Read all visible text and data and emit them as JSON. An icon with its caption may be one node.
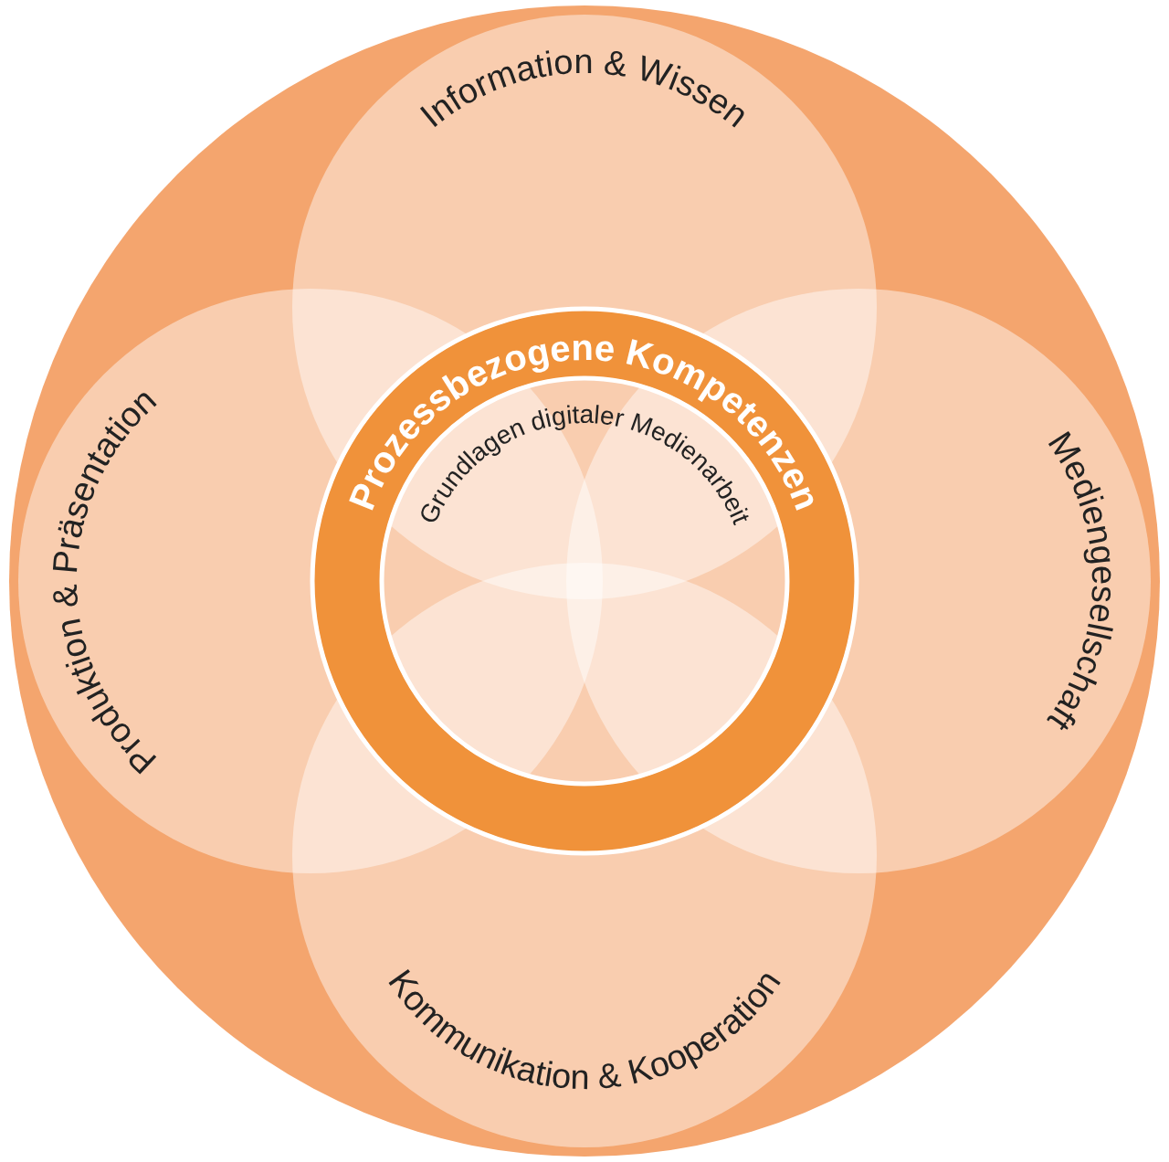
{
  "diagram": {
    "nodes": [
      {
        "text": [],
        "shape": "circle"
      },
      {
        "text": [
          "Information & Wissen"
        ],
        "in": 0
      },
      {
        "text": [
          "Mediengesellschaft"
        ],
        "in": 0
      },
      {
        "text": [
          "Kommunikation & Kooperation"
        ],
        "in": 0
      },
      {
        "text": [
          "Produktion & Präsentation"
        ],
        "in": 0
      },
      {
        "text": [
          "Prozessbezogene Kompetenzen"
        ],
        "in": 0
      },
      {
        "text": [
          "Grundlagen digitaler Medienarbeit"
        ]
      }
    ]
  }
}
